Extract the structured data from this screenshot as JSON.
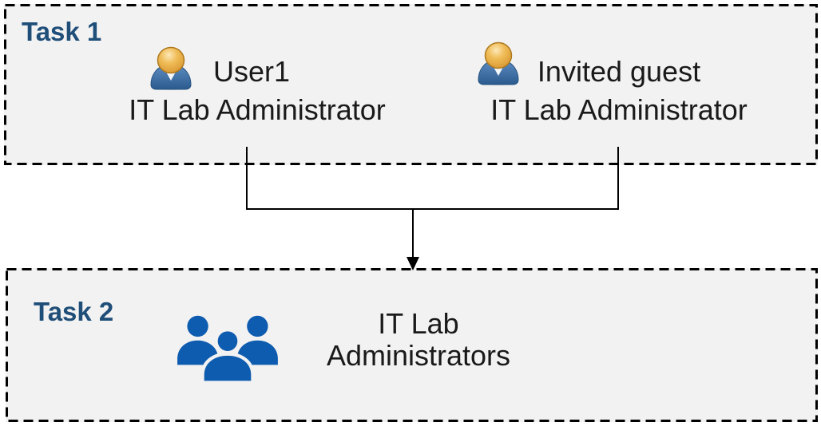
{
  "task1": {
    "label": "Task 1",
    "people": [
      {
        "name": "User1",
        "role": "IT Lab Administrator"
      },
      {
        "name": "Invited guest",
        "role": "IT Lab Administrator"
      }
    ]
  },
  "task2": {
    "label": "Task 2",
    "group_name_line1": "IT Lab",
    "group_name_line2": "Administrators"
  },
  "icons": {
    "person": "user-icon",
    "group": "people-group-icon"
  },
  "colors": {
    "box_background": "#f2f2f2",
    "box_border": "#000000",
    "task_label": "#1f4e79",
    "body_text": "#1a1a1a",
    "connector": "#000000",
    "group_icon_blue": "#0e5caf",
    "person_head_gold": "#eab04a",
    "person_body_blue": "#3f74b0"
  }
}
